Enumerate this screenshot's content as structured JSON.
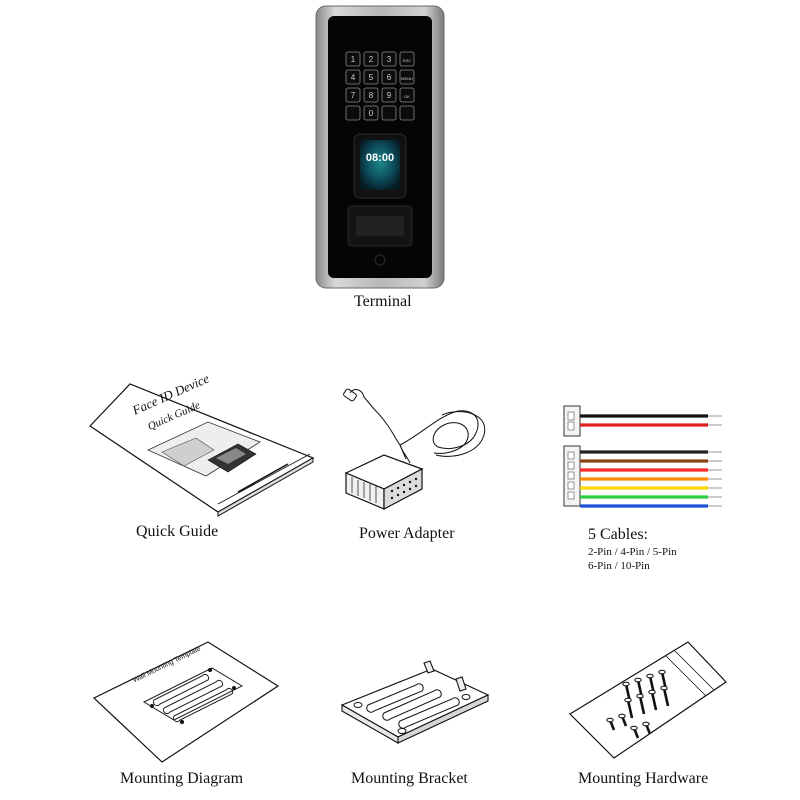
{
  "terminal": {
    "caption": "Terminal",
    "screen_time": "08:00",
    "keypad_keys": [
      "1",
      "2",
      "3",
      "ESC",
      "4",
      "5",
      "6",
      "MENU",
      "7",
      "8",
      "9",
      "OK",
      "",
      "0",
      "",
      ""
    ]
  },
  "quick_guide": {
    "caption": "Quick Guide",
    "cover_title": "Face ID Device",
    "cover_subtitle": "Quick Guide"
  },
  "power_adapter": {
    "caption": "Power Adapter"
  },
  "cables": {
    "caption": "5 Cables:",
    "detail_line1": "2-Pin / 4-Pin / 5-Pin",
    "detail_line2": "6-Pin / 10-Pin",
    "wire_colors_top": [
      "#111111",
      "#e02020"
    ],
    "wire_colors_bottom": [
      "#222222",
      "#8b4513",
      "#ff2a2a",
      "#ff8c00",
      "#ffd800",
      "#2ecc40",
      "#1e4fd8"
    ]
  },
  "mounting_diagram": {
    "caption": "Mounting Diagram",
    "sheet_label": "Wall Mounting Template"
  },
  "mounting_bracket": {
    "caption": "Mounting Bracket"
  },
  "mounting_hardware": {
    "caption": "Mounting Hardware"
  }
}
